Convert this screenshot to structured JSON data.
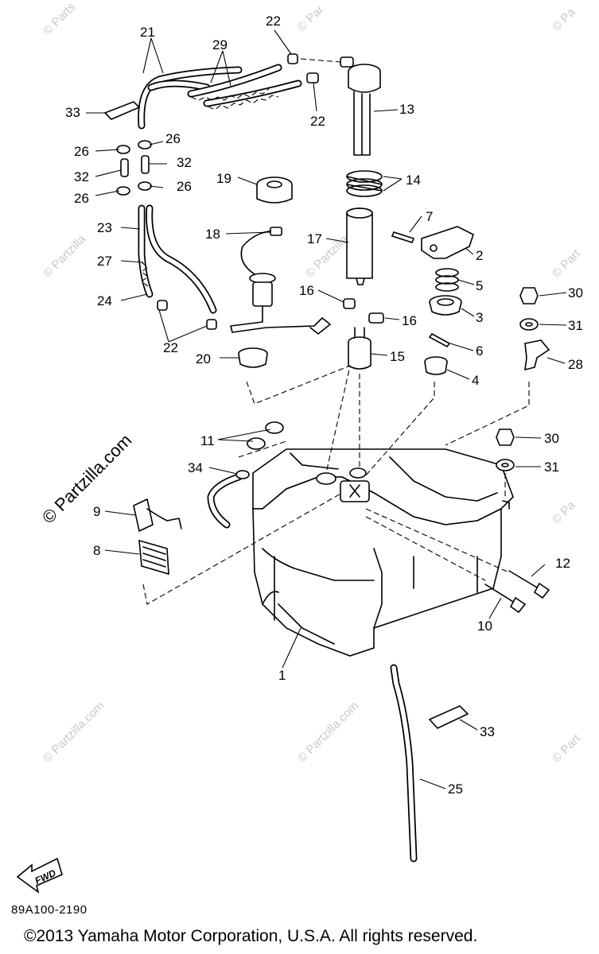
{
  "diagram": {
    "code": "89A100-2190",
    "copyright": "©2013 Yamaha Motor Corporation, U.S.A. All rights reserved.",
    "watermark": "© Partzilla.com",
    "fwd_label": "FWD",
    "callouts": {
      "c1": "1",
      "c2": "2",
      "c3": "3",
      "c4": "4",
      "c5": "5",
      "c6": "6",
      "c8": "8",
      "c9": "9",
      "c10": "10",
      "c11": "11",
      "c12": "12",
      "c13": "13",
      "c14": "14",
      "c15": "15",
      "c16a": "16",
      "c16b": "16",
      "c17": "17",
      "c18": "18",
      "c19": "19",
      "c20": "20",
      "c21": "21",
      "c22a": "22",
      "c22b": "22",
      "c22c": "22",
      "c23": "23",
      "c24": "24",
      "c25": "25",
      "c26a": "26",
      "c26b": "26",
      "c26c": "26",
      "c26d": "26",
      "c27": "27",
      "c28": "28",
      "c29": "29",
      "c30a": "30",
      "c30b": "30",
      "c31a": "31",
      "c31b": "31",
      "c32a": "32",
      "c32b": "32",
      "c33a": "33",
      "c33b": "33",
      "c34": "34",
      "c7": "7"
    }
  }
}
